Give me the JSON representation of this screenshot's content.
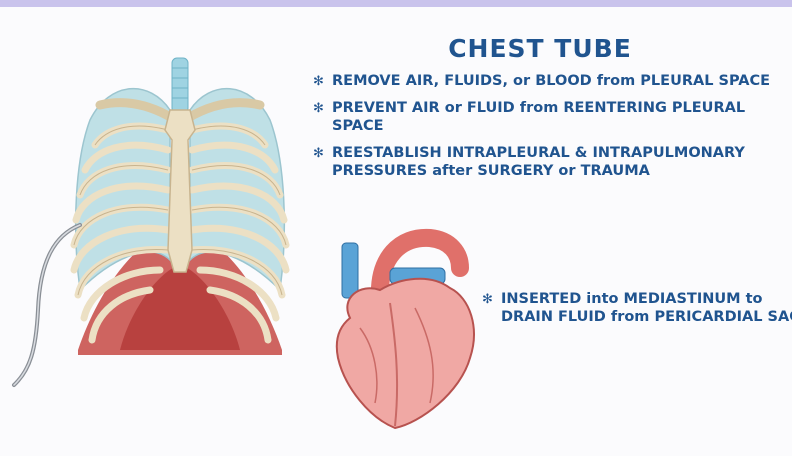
{
  "header": {
    "title": "CHEST TUBE"
  },
  "bullets": [
    "REMOVE AIR, FLUIDS, or BLOOD from PLEURAL SPACE",
    "PREVENT AIR or FLUID from REENTERING PLEURAL SPACE",
    "REESTABLISH INTRAPLEURAL & INTRAPULMONARY PRESSURES after SURGERY or TRAUMA"
  ],
  "heart_note": "INSERTED into MEDIASTINUM to DRAIN FLUID from PERICARDIAL SAC",
  "bullet_symbol": "✻",
  "colors": {
    "text": "#20548f",
    "top_bar": "#c9c3ec",
    "lung": "#bfe0e6",
    "rib": "#ece0c4",
    "muscle": "#c9534f",
    "heart": "#f0a8a4",
    "vessel_blue": "#5aa3d6"
  }
}
